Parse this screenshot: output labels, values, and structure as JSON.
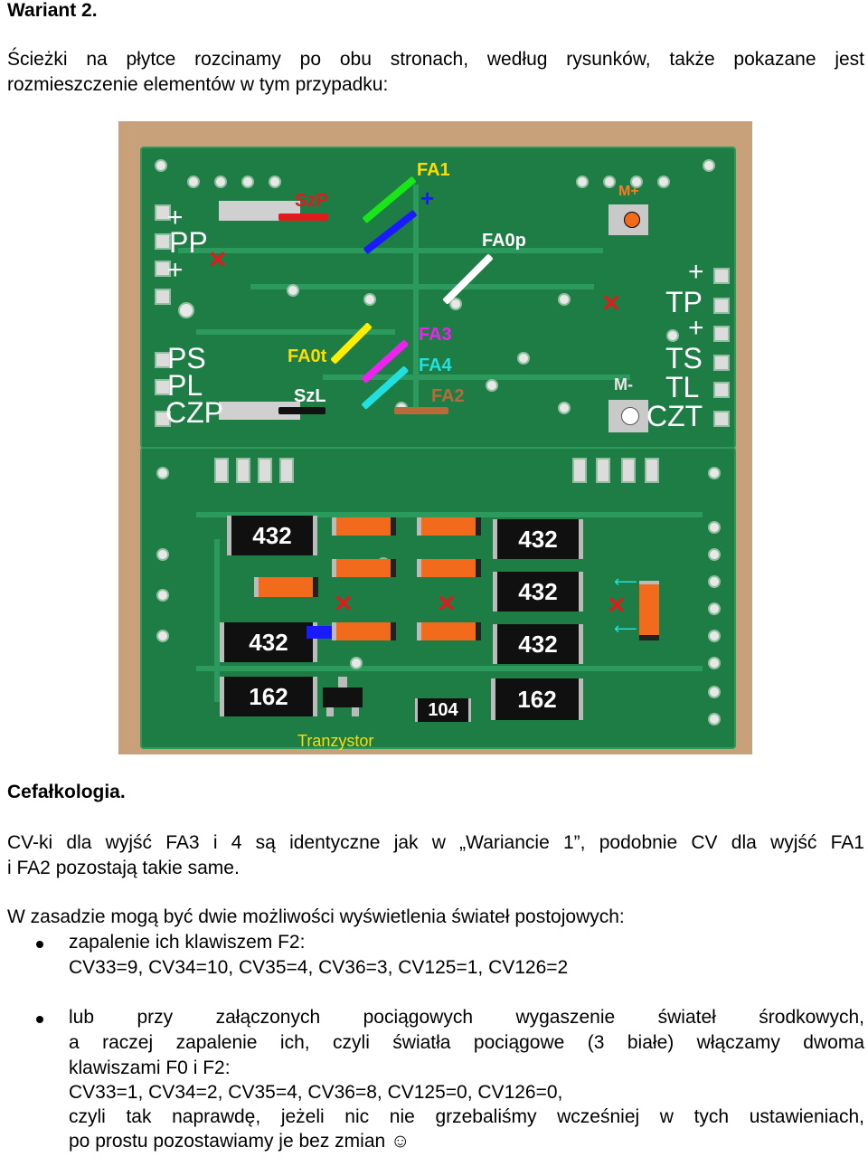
{
  "header": {
    "title": "Wariant 2."
  },
  "intro": {
    "line1": "Ścieżki na płytce rozcinamy po obu stronach, według rysunków, także pokazane jest",
    "line2": "rozmieszczenie elementów w tym przypadku:"
  },
  "photo": {
    "top_board": {
      "labels": {
        "fa1": "FA1",
        "plus_a": "+",
        "szp": "SzP",
        "m_plus": "M+",
        "plus_pp_top": "+",
        "pp": "PP",
        "plus_pp_bottom": "+",
        "fa0p": "FA0p",
        "plus_tp_top": "+",
        "tp": "TP",
        "plus_ts": "+",
        "ts": "TS",
        "tl": "TL",
        "czt": "CZT",
        "m_minus": "M-",
        "fa3": "FA3",
        "fa4": "FA4",
        "fa2": "FA2",
        "fa0t": "FA0t",
        "szl": "SzL",
        "ps": "PS",
        "pl": "PL",
        "czp": "CZP"
      },
      "colors": {
        "fa1": "#19e619",
        "plus_line": "#1a1aff",
        "szp": "#e01b1b",
        "fa0p": "#ffffff",
        "fa0t": "#ffee00",
        "fa3": "#ee22ee",
        "fa4": "#22e0e0",
        "fa2": "#b86a3a",
        "szl": "#111111",
        "label_yellow": "#ffdd00",
        "label_orange": "#ff7a20",
        "label_white": "#ffffff"
      }
    },
    "bottom_board": {
      "resistors": {
        "r1": "432",
        "r2": "432",
        "r3": "162",
        "r4": "432",
        "r5": "432",
        "r6": "432",
        "r7": "162",
        "r8": "104"
      },
      "tranzystor": "Tranzystor"
    },
    "cross_icon": "cross-mark-icon"
  },
  "section": {
    "title": "Cefałkologia.",
    "p1_line1": "CV-ki dla wyjść FA3 i 4 są identyczne jak w „Wariancie 1”, podobnie CV dla wyjść FA1",
    "p1_line2": "i FA2 pozostają takie same.",
    "p2": "W zasadzie mogą być dwie możliwości wyświetlenia świateł postojowych:",
    "bullet1_line1": "zapalenie ich klawiszem F2:",
    "bullet1_line2": "CV33=9, CV34=10, CV35=4, CV36=3, CV125=1, CV126=2",
    "bullet2_line1": "lub przy załączonych pociągowych wygaszenie świateł środkowych,",
    "bullet2_line2": "a raczej zapalenie ich, czyli światła pociągowe (3 białe) włączamy dwoma",
    "bullet2_line3": "klawiszami F0 i F2:",
    "bullet2_line4": "CV33=1, CV34=2, CV35=4, CV36=8, CV125=0, CV126=0,",
    "bullet2_line5": "czyli tak naprawdę, jeżeli nic nie grzebaliśmy wcześniej w tych ustawieniach,",
    "bullet2_line6": "po prostu pozostawiamy je bez zmian ☺"
  }
}
